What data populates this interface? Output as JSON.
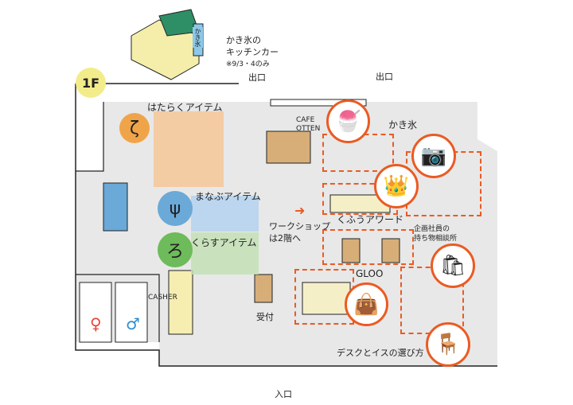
{
  "floor_badge": "1F",
  "truck": {
    "sign": "かき氷",
    "caption_line1": "かき氷の",
    "caption_line2": "キッチンカー",
    "caption_note": "※9/3・4のみ"
  },
  "exits": {
    "exit_left": "出口",
    "exit_right": "出口",
    "entrance": "入口"
  },
  "zones": {
    "work_items": "はたらくアイテム",
    "learn_items": "まなぶアイテム",
    "life_items": "くらすアイテム",
    "shaved_ice": "かき氷",
    "kufuu_award": "くふうアワード",
    "workshop_line1": "ワークショップ",
    "workshop_line2": "は2階へ",
    "consult_line1": "企画社員の",
    "consult_line2": "持ち物相談所",
    "gloo": "GLOO",
    "casher": "CASHER",
    "reception": "受付",
    "desk_chair": "デスクとイスの選び方",
    "cafe_line1": "CAFE",
    "cafe_line2": "OTTEN"
  },
  "icons": [
    "shaved-ice",
    "camera",
    "crown",
    "shopping-bag",
    "gloo-bag",
    "chair",
    "restroom-women",
    "restroom-men"
  ],
  "colors": {
    "accent": "#ea5b23",
    "floor": "#e6e6e6",
    "badge": "#f3ec8a",
    "work": "#f4c796",
    "learn": "#b3d2ee",
    "life": "#c3e0b5",
    "women": "#e8473a",
    "men": "#2a8fd0"
  }
}
